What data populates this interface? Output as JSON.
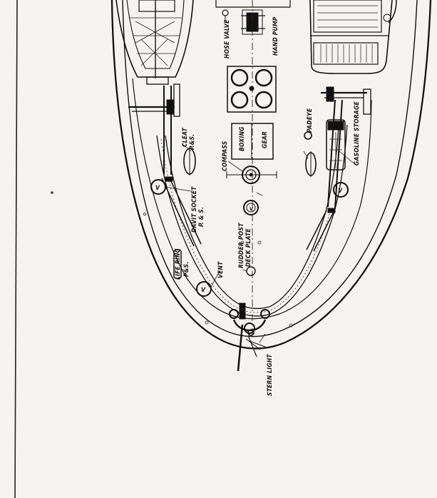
{
  "labels": {
    "hose_valve": "HOSE VALVE",
    "hand_pump": "HAND PUMP",
    "cleat": "CLEAT",
    "cleat_sides": "P.&S.",
    "compass": "COMPASS",
    "padeye": "PADEYE",
    "gasoline_storage": "GASOLINE STORAGE",
    "davit_socket": "DAVIT SOCKET",
    "davit_socket_sides": "P. & S.",
    "rudder_post": "RUDDER POST",
    "deck_plate": "DECK PLATE",
    "vent": "VENT",
    "life_ring": "LIFE RING",
    "life_ring_sides": "P&S.",
    "stern_light": "STERN LIGHT",
    "steering_box": "BOXING",
    "steering_gear": "GEAR",
    "vent_mark": "V"
  }
}
